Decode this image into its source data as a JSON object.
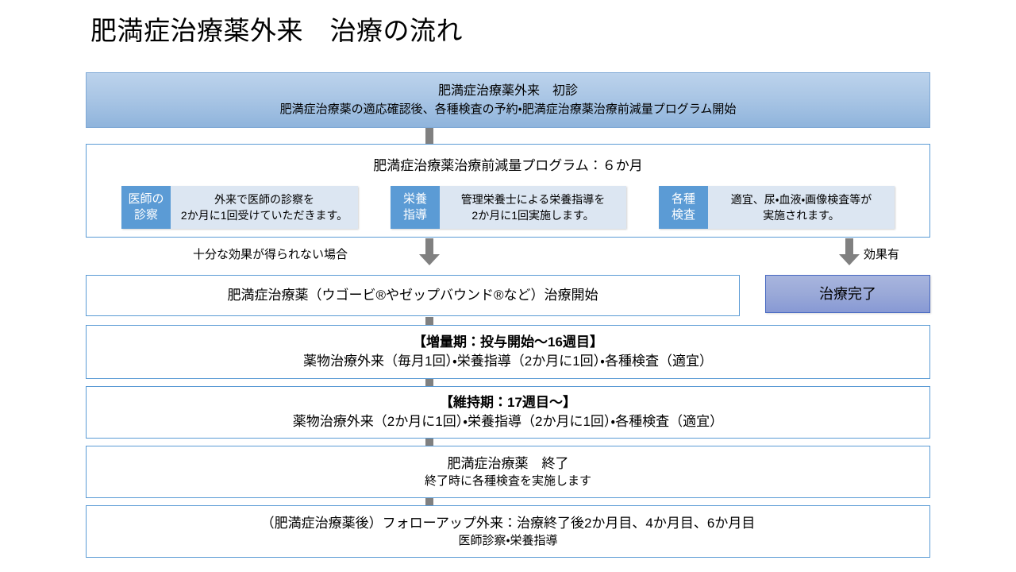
{
  "page": {
    "title": "肥満症治療薬外来　治療の流れ"
  },
  "flow": {
    "initial_visit": {
      "heading": "肥満症治療薬外来　初診",
      "detail": "肥満症治療薬の適応確認後、各種検査の予約・肥満症治療薬治療前減量プログラム開始"
    },
    "program": {
      "title": "肥満症治療薬治療前減量プログラム：６か月",
      "cards": [
        {
          "chip_line1": "医師の",
          "chip_line2": "診察",
          "body_line1": "外来で医師の診察を",
          "body_line2": "2か月に1回受けていただきます。"
        },
        {
          "chip_line1": "栄養",
          "chip_line2": "指導",
          "body_line1": "管理栄養士による栄養指導を",
          "body_line2": "2か月に1回実施します。"
        },
        {
          "chip_line1": "各種",
          "chip_line2": "検査",
          "body_line1": "適宜、尿・血液・画像検査等が",
          "body_line2": "実施されます。"
        }
      ]
    },
    "branch": {
      "no_effect_label": "十分な効果が得られない場合",
      "effect_label": "効果有"
    },
    "treatment_start": {
      "text": "肥満症治療薬（ウゴービ®やゼップバウンド®など）治療開始"
    },
    "treatment_complete": {
      "text": "治療完了"
    },
    "ramp_phase": {
      "heading": "【増量期：投与開始〜16週目】",
      "detail": "薬物治療外来（毎月1回）・栄養指導（2か月に1回）・各種検査（適宜）"
    },
    "maintenance_phase": {
      "heading": "【維持期：17週目〜】",
      "detail": "薬物治療外来（2か月に1回）・栄養指導（2か月に1回）・各種検査（適宜）"
    },
    "treatment_end": {
      "heading": "肥満症治療薬　終了",
      "detail": "終了時に各種検査を実施します"
    },
    "followup": {
      "heading": "（肥満症治療薬後）フォローアップ外来：治療終了後2か月目、4か月目、6か月目",
      "detail": "医師診察・栄養指導"
    }
  },
  "colors": {
    "box_border": "#5b9bd5",
    "header_gradient_top": "#bcd3ec",
    "header_gradient_bottom": "#8fb4dc",
    "chip_blue": "#5b9bd5",
    "card_body_blue": "#dce6f2",
    "complete_gradient_top": "#a8b5de",
    "complete_gradient_bottom": "#8799d4",
    "arrow_gray": "#808080"
  }
}
